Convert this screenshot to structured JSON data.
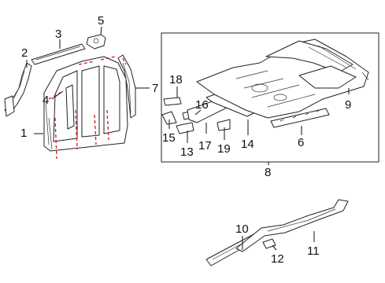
{
  "callouts": {
    "c1": "1",
    "c2": "2",
    "c3": "3",
    "c4": "4",
    "c5": "5",
    "c6": "6",
    "c7": "7",
    "c8": "8",
    "c9": "9",
    "c10": "10",
    "c11": "11",
    "c12": "12",
    "c13": "13",
    "c14": "14",
    "c15": "15",
    "c16": "16",
    "c17": "17",
    "c18": "18",
    "c19": "19"
  },
  "colors": {
    "line": "#222222",
    "cut_line": "#d4141b",
    "background": "#ffffff"
  }
}
